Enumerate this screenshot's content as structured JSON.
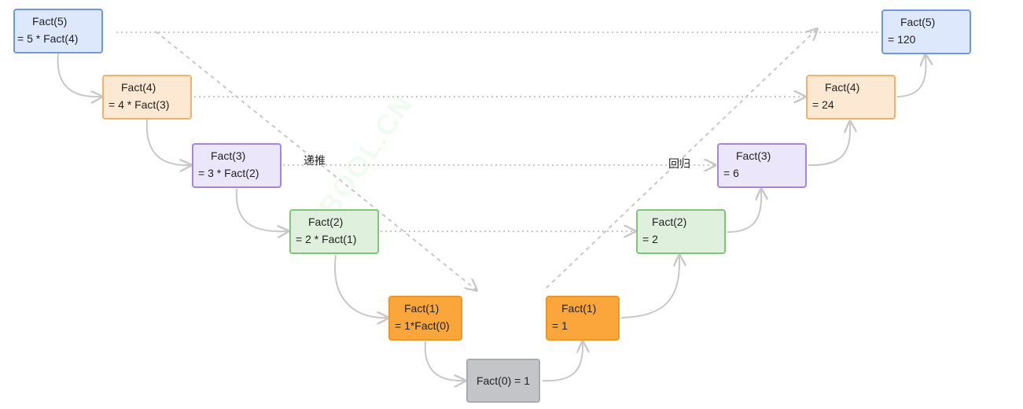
{
  "nodes": {
    "d5": {
      "line1": "Fact(5)",
      "line2": "= 5 * Fact(4)"
    },
    "d4": {
      "line1": "Fact(4)",
      "line2": "= 4 * Fact(3)"
    },
    "d3": {
      "line1": "Fact(3)",
      "line2": "= 3 * Fact(2)"
    },
    "d2": {
      "line1": "Fact(2)",
      "line2": "= 2 * Fact(1)"
    },
    "d1": {
      "line1": "Fact(1)",
      "line2": "= 1*Fact(0)"
    },
    "base": {
      "text": "Fact(0)  = 1"
    },
    "u1": {
      "line1": "Fact(1)",
      "line2": "= 1"
    },
    "u2": {
      "line1": "Fact(2)",
      "line2": "= 2"
    },
    "u3": {
      "line1": "Fact(3)",
      "line2": "= 6"
    },
    "u4": {
      "line1": "Fact(4)",
      "line2": "= 24"
    },
    "u5": {
      "line1": "Fact(5)",
      "line2": "= 120"
    }
  },
  "labels": {
    "recursion": "递推",
    "return": "回归"
  },
  "watermark": "MYBOOL.CN",
  "colors": {
    "blue": "#dde8fc",
    "peach": "#fde9d3",
    "purple": "#ece6fb",
    "green": "#dff0dc",
    "orange": "#fba63a",
    "gray": "#c4c5c8",
    "edge": "#c8c8c8",
    "dashed": "#c8c8c8"
  }
}
